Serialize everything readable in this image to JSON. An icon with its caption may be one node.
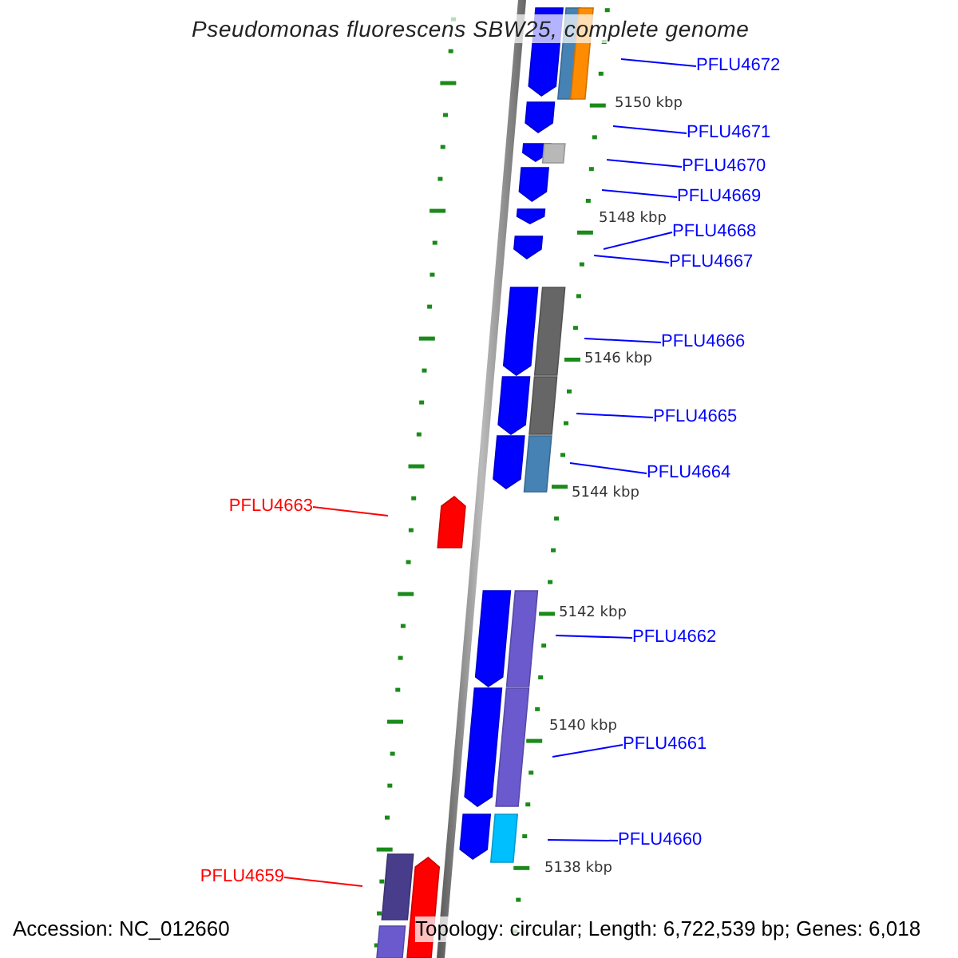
{
  "diagram": {
    "title": "Pseudomonas fluorescens SBW25, complete genome",
    "nodes": [
      {
        "text": [
          "PFLU4672"
        ]
      },
      {
        "text": [
          "PFLU4671"
        ]
      },
      {
        "text": [
          "PFLU4670"
        ]
      },
      {
        "text": [
          "PFLU4669"
        ]
      },
      {
        "text": [
          "PFLU4668"
        ]
      },
      {
        "text": [
          "PFLU4667"
        ]
      },
      {
        "text": [
          "PFLU4666"
        ]
      },
      {
        "text": [
          "PFLU4665"
        ]
      },
      {
        "text": [
          "PFLU4664"
        ]
      },
      {
        "text": [
          "PFLU4663"
        ]
      },
      {
        "text": [
          "PFLU4662"
        ]
      },
      {
        "text": [
          "PFLU4661"
        ]
      },
      {
        "text": [
          "PFLU4660"
        ]
      },
      {
        "text": [
          "PFLU4659"
        ]
      }
    ],
    "edges": [
      {
        "from": 0,
        "to": null,
        "arrow": "none"
      },
      {
        "from": 1,
        "to": null,
        "arrow": "none"
      },
      {
        "from": 2,
        "to": null,
        "arrow": "none"
      },
      {
        "from": 3,
        "to": null,
        "arrow": "none"
      },
      {
        "from": 4,
        "to": null,
        "arrow": "none"
      },
      {
        "from": 5,
        "to": null,
        "arrow": "none"
      },
      {
        "from": 6,
        "to": null,
        "arrow": "none"
      },
      {
        "from": 7,
        "to": null,
        "arrow": "none"
      },
      {
        "from": 8,
        "to": null,
        "arrow": "none"
      },
      {
        "from": 9,
        "to": null,
        "arrow": "none",
        "color": "#ff0000"
      },
      {
        "from": 10,
        "to": null,
        "arrow": "none"
      },
      {
        "from": 11,
        "to": null,
        "arrow": "none"
      },
      {
        "from": 12,
        "to": null,
        "arrow": "none"
      },
      {
        "from": 13,
        "to": null,
        "arrow": "none",
        "color": "#ff0000"
      }
    ],
    "labels": [
      "5150 kbp",
      "5148 kbp",
      "5146 kbp",
      "5144 kbp",
      "5142 kbp",
      "5140 kbp",
      "5138 kbp",
      "Accession: NC_012660",
      "Topology: circular; Length: 6,722,539 bp; Genes: 6,018"
    ]
  }
}
